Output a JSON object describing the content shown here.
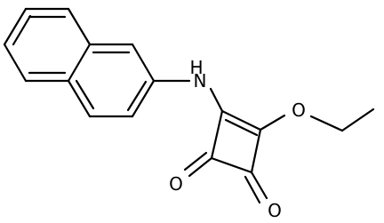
{
  "molecule": {
    "atoms": {
      "amine": "H\nN",
      "amine_n": "N",
      "amine_h": "H",
      "ether_o": "O",
      "ketone_o1": "O",
      "ketone_o2": "O"
    },
    "colors": {
      "bond": "#000000",
      "label": "#000000",
      "background": "#ffffff"
    }
  }
}
